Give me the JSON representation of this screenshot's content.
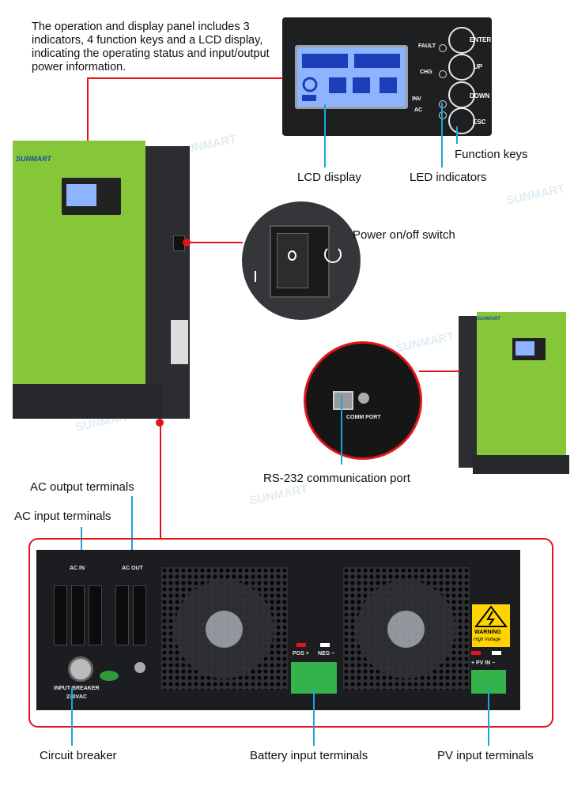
{
  "intro_text": "The operation and display panel includes 3 indicators, 4 function keys and a LCD display, indicating the operating status and input/output power information.",
  "labels": {
    "lcd_display": "LCD display",
    "led_indicators": "LED indicators",
    "function_keys": "Function keys",
    "power_switch": "Power on/off switch",
    "rs232": "RS-232 communication port",
    "ac_output": "AC output terminals",
    "ac_input": "AC input terminals",
    "circuit_breaker": "Circuit breaker",
    "battery_input": "Battery input terminals",
    "pv_input": "PV input terminals"
  },
  "panel": {
    "keys": [
      "ENTER",
      "UP",
      "DOWN",
      "ESC"
    ],
    "leds": [
      "FAULT",
      "CHG",
      "INV",
      "AC"
    ]
  },
  "device": {
    "brand": "SUNMART",
    "watermark": "SUNMART",
    "comm_port": "COMM PORT",
    "ac_in": "AC IN",
    "ac_out": "AC OUT",
    "pos": "POS +",
    "neg": "NEG −",
    "pv_in": "+ PV IN −",
    "input_breaker": "INPUT BREAKER",
    "breaker_rating": "230VAC",
    "warning": "WARNING",
    "high_voltage": "High Voltage"
  },
  "colors": {
    "callout_red": "#e3141c",
    "leader_cyan": "#19a6d8",
    "inverter_green": "#86c73a"
  }
}
